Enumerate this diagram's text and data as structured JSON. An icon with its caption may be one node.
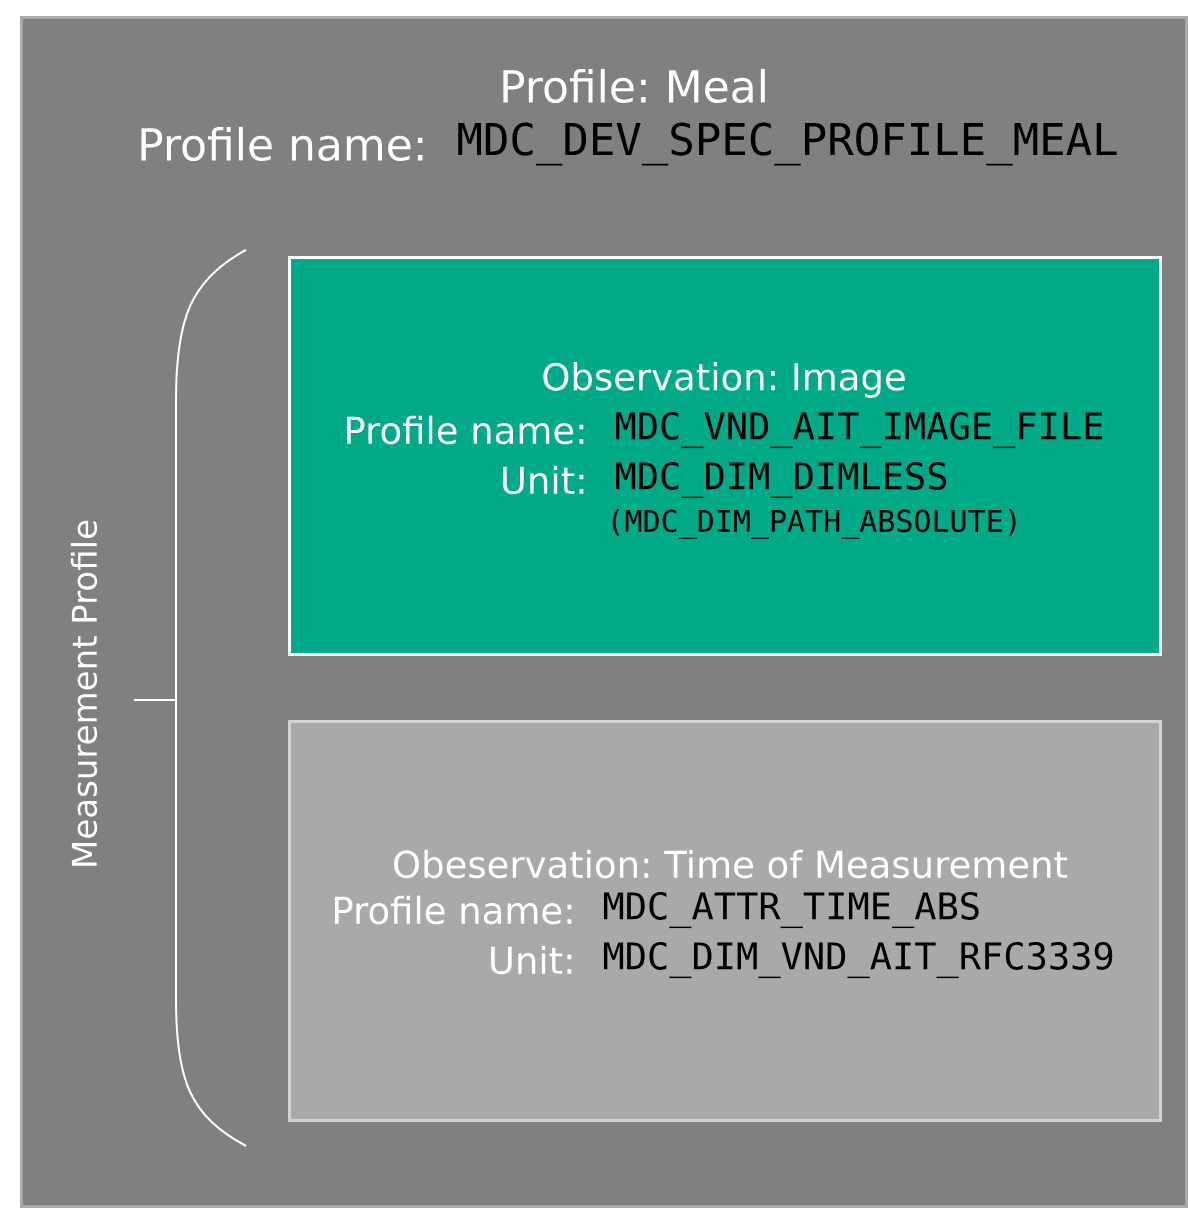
{
  "diagram": {
    "nodes": [
      {
        "text": [
          "Profile: Meal",
          "Profile name:",
          "MDC_DEV_SPEC_PROFILE_MEAL"
        ]
      },
      {
        "text": [
          "Observation: Image",
          "Profile name:",
          "MDC_VND_AIT_IMAGE_FILE",
          "Unit:",
          "MDC_DIM_DIMLESS",
          "(MDC_DIM_PATH_ABSOLUTE)"
        ],
        "in": 0
      },
      {
        "text": [
          "Obeservation: Time of Measurement",
          "Profile name:",
          "MDC_ATTR_TIME_ABS",
          "Unit:",
          "MDC_DIM_VND_AIT_RFC3339"
        ],
        "in": 0
      }
    ],
    "labels": [
      "Measurement Profile"
    ]
  }
}
